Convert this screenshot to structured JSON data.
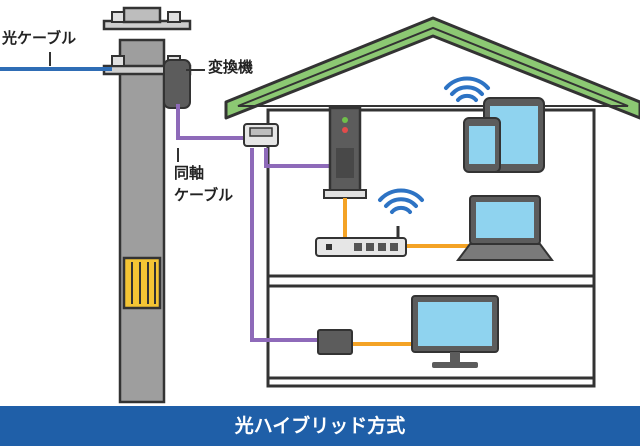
{
  "labels": {
    "fiber_cable": "光ケーブル",
    "converter": "変換機",
    "coax_line1": "同軸",
    "coax_line2": "ケーブル"
  },
  "banner": {
    "title": "光ハイブリッド方式"
  },
  "colors": {
    "banner": "#1f5fa8",
    "roof": "#8cc873",
    "fiber": "#2f6db5",
    "coax": "#8e6ab9",
    "lan": "#f4a325",
    "pole": "#9e9e9e",
    "screen": "#8fd3ef",
    "device": "#5c5c5c",
    "wifi": "#2d73c4"
  },
  "icons": [
    "wifi-icon",
    "tablet-icon",
    "smartphone-icon",
    "laptop-icon",
    "tv-icon",
    "router-icon",
    "onu-icon",
    "splitter-icon",
    "converter-icon"
  ]
}
